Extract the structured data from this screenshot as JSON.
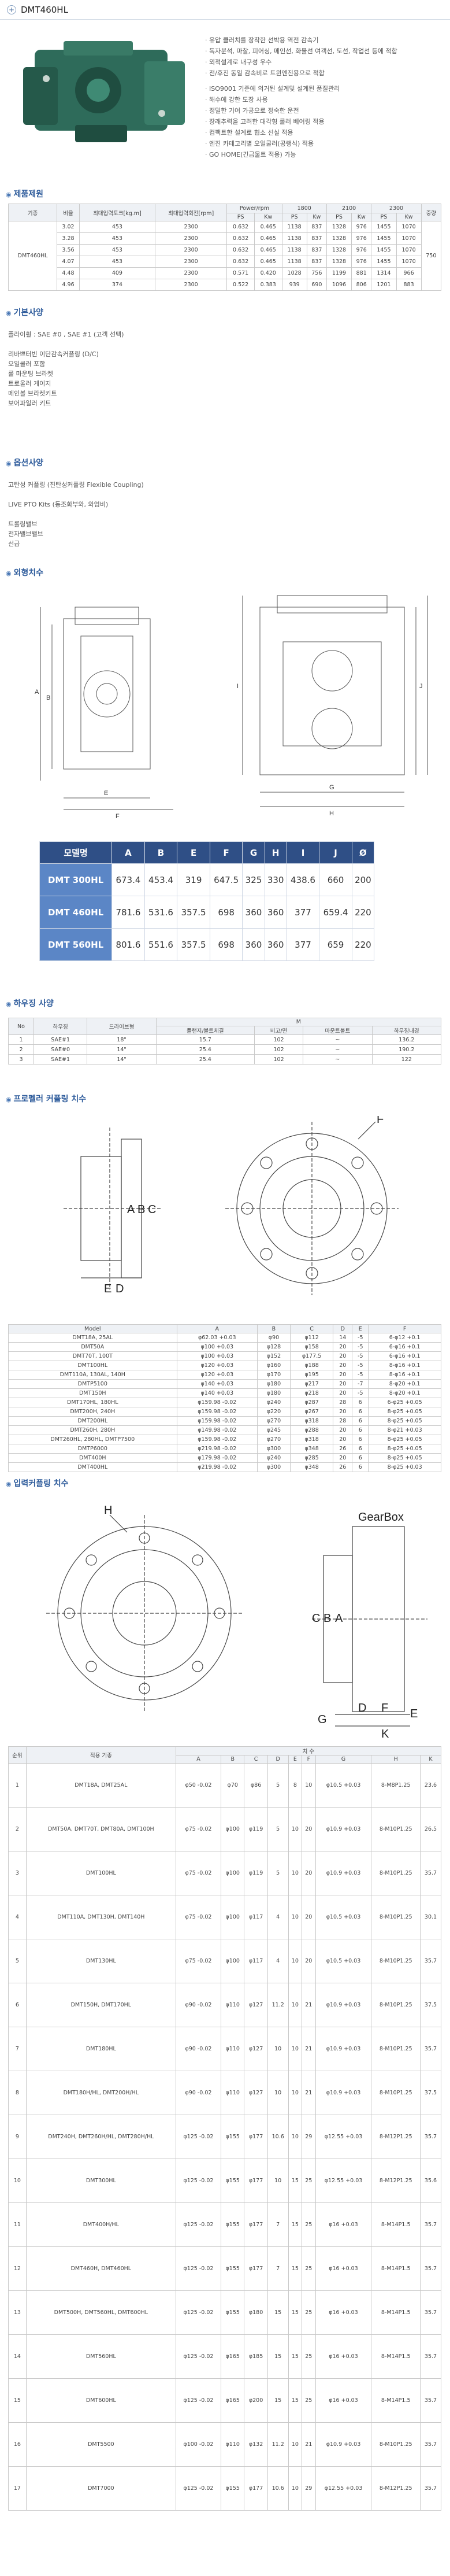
{
  "header": {
    "title": "DMT460HL",
    "expand_glyph": "+"
  },
  "features": [
    "유압 클러치를 장착한 선박용 역전 감속기",
    "독자분석, 마찰, 피어싱, 메인선, 화물선 여객선, 도선, 작업선 등에 적합",
    "외적설계로 내구성 우수",
    "전/후진 동일 감속비로 트윈엔진용으로 적합",
    "ISO9001 기준에 의거된 설계및 설계된 품질관리",
    "해수에 강한 도장 사용",
    "정밀한 기어 가공으로 정숙한 운전",
    "장래추력을 고려한 대각형 롤러 베어링 적용",
    "컴팩트한 설계로 협소 선실 적용",
    "엔진 카테고리별 오일쿨러(공랭식) 적용",
    "GO HOME(긴급물트 적용) 가능"
  ],
  "sections": {
    "spec": "제품제원",
    "features2": "기본사양",
    "options": "옵션사양",
    "outline": "외형치수",
    "adapter": "하우징 사양",
    "propeller": "프로펠러 커플링 치수",
    "input": "입력커플링 치수"
  },
  "spec_table": {
    "model": "DMT460HL",
    "head": [
      "기종",
      "비율",
      "최대입력토크[kg.m]",
      "최대입력회전[rpm]",
      "Power/rpm",
      "1800",
      "2100",
      "2300",
      "중량"
    ],
    "sub_head": [
      "PS",
      "Kw",
      "PS",
      "Kw",
      "PS",
      "Kw",
      "PS",
      "Kw"
    ],
    "rows": [
      [
        "3.02",
        "453",
        "2300",
        "0.632",
        "0.465",
        "1138",
        "837",
        "1328",
        "976",
        "1455",
        "1070"
      ],
      [
        "3.28",
        "453",
        "2300",
        "0.632",
        "0.465",
        "1138",
        "837",
        "1328",
        "976",
        "1455",
        "1070"
      ],
      [
        "3.56",
        "453",
        "2300",
        "0.632",
        "0.465",
        "1138",
        "837",
        "1328",
        "976",
        "1455",
        "1070"
      ],
      [
        "4.07",
        "453",
        "2300",
        "0.632",
        "0.465",
        "1138",
        "837",
        "1328",
        "976",
        "1455",
        "1070"
      ],
      [
        "4.48",
        "409",
        "2300",
        "0.571",
        "0.420",
        "1028",
        "756",
        "1199",
        "881",
        "1314",
        "966"
      ],
      [
        "4.96",
        "374",
        "2300",
        "0.522",
        "0.383",
        "939",
        "690",
        "1096",
        "806",
        "1201",
        "883"
      ]
    ],
    "weight": "750"
  },
  "basic_spec": [
    "플라이휠 : SAE #0 , SAE #1 (고객 선택)",
    "",
    "리바쁘터빈 이단감속커플링 (D/C)",
    "오일쿨러 포함",
    "롤 마운팅 브라켓",
    "트로울러 게이지",
    "메인볼 브라켓키트",
    "보어파일러 키트"
  ],
  "option_spec": [
    "고탄성 커플링 (진탄성커플링 Flexible Coupling)",
    "",
    "LIVE PTO Kits (동조화부와, 와엄비)",
    "",
    "트롤링밸브",
    "전자밸브밸브",
    "선급"
  ],
  "dim_table": {
    "head": [
      "모델명",
      "A",
      "B",
      "E",
      "F",
      "G",
      "H",
      "I",
      "J",
      "Ø"
    ],
    "rows": [
      [
        "DMT 300HL",
        "673.4",
        "453.4",
        "319",
        "647.5",
        "325",
        "330",
        "438.6",
        "660",
        "200"
      ],
      [
        "DMT 460HL",
        "781.6",
        "531.6",
        "357.5",
        "698",
        "360",
        "360",
        "377",
        "659.4",
        "220"
      ],
      [
        "DMT 560HL",
        "801.6",
        "551.6",
        "357.5",
        "698",
        "360",
        "360",
        "377",
        "659",
        "220"
      ]
    ]
  },
  "adapter_table": {
    "head": [
      "No",
      "하우징",
      "드라이브형",
      "M",
      "",
      "",
      ""
    ],
    "sub_head": [
      "",
      "",
      "",
      "플랜지/볼트체결",
      "비고/면",
      "마운트볼트",
      "하우징내경"
    ],
    "rows": [
      [
        "1",
        "SAE#1",
        "18\"",
        "15.7",
        "102",
        "~",
        "136.2"
      ],
      [
        "2",
        "SAE#0",
        "14\"",
        "25.4",
        "102",
        "~",
        "190.2"
      ],
      [
        "3",
        "SAE#1",
        "14\"",
        "25.4",
        "102",
        "~",
        "122"
      ]
    ]
  },
  "prop_table": {
    "head": [
      "Model",
      "A",
      "B",
      "C",
      "D",
      "E",
      "F"
    ],
    "rows": [
      [
        "DMT18A, 25AL",
        "φ62.03 +0.03",
        "φ90",
        "φ112",
        "14",
        "-5",
        "6-φ12 +0.1"
      ],
      [
        "DMT50A",
        "φ100 +0.03",
        "φ128",
        "φ158",
        "20",
        "-5",
        "6-φ16 +0.1"
      ],
      [
        "DMT70T, 100T",
        "φ100 +0.03",
        "φ152",
        "φ177.5",
        "20",
        "-5",
        "6-φ16 +0.1"
      ],
      [
        "DMT100HL",
        "φ120 +0.03",
        "φ160",
        "φ188",
        "20",
        "-5",
        "8-φ16 +0.1"
      ],
      [
        "DMT110A, 130AL, 140H",
        "φ120 +0.03",
        "φ170",
        "φ195",
        "20",
        "-5",
        "8-φ16 +0.1"
      ],
      [
        "DMTP5100",
        "φ140 +0.03",
        "φ180",
        "φ217",
        "20",
        "-7",
        "8-φ20 +0.1"
      ],
      [
        "DMT150H",
        "φ140 +0.03",
        "φ180",
        "φ218",
        "20",
        "-5",
        "8-φ20 +0.1"
      ],
      [
        "DMT170HL, 180HL",
        "φ159.98 -0.02",
        "φ240",
        "φ287",
        "28",
        "6",
        "6-φ25 +0.05"
      ],
      [
        "DMT200H, 240H",
        "φ159.98 -0.02",
        "φ220",
        "φ267",
        "20",
        "6",
        "8-φ25 +0.05"
      ],
      [
        "DMT200HL",
        "φ159.98 -0.02",
        "φ270",
        "φ318",
        "28",
        "6",
        "8-φ25 +0.05"
      ],
      [
        "DMT260H, 280H",
        "φ149.98 -0.02",
        "φ245",
        "φ288",
        "20",
        "6",
        "8-φ21 +0.03"
      ],
      [
        "DMT260HL, 280HL, DMTP7500",
        "φ159.98 -0.02",
        "φ270",
        "φ318",
        "20",
        "6",
        "8-φ25 +0.05"
      ],
      [
        "DMTP6000",
        "φ219.98 -0.02",
        "φ300",
        "φ348",
        "26",
        "6",
        "8-φ25 +0.05"
      ],
      [
        "DMT400H",
        "φ179.98 -0.02",
        "φ240",
        "φ285",
        "20",
        "6",
        "8-φ25 +0.05"
      ],
      [
        "DMT400HL",
        "φ219.98 -0.02",
        "φ300",
        "φ348",
        "26",
        "6",
        "8-φ25 +0.03"
      ]
    ]
  },
  "input_table": {
    "head": [
      "순위",
      "적용 기종",
      "A",
      "B",
      "C",
      "D",
      "E",
      "F",
      "G",
      "H",
      "K"
    ],
    "group": "치 수",
    "rows": [
      [
        "1",
        "DMT18A, DMT25AL",
        "φ50 -0.02",
        "φ70",
        "φ86",
        "5",
        "8",
        "10",
        "φ10.5 +0.03",
        "8-M8P1.25",
        "23.6"
      ],
      [
        "2",
        "DMT50A, DMT70T, DMT80A, DMT100H",
        "φ75 -0.02",
        "φ100",
        "φ119",
        "5",
        "10",
        "20",
        "φ10.9 +0.03",
        "8-M10P1.25",
        "26.5"
      ],
      [
        "3",
        "DMT100HL",
        "φ75 -0.02",
        "φ100",
        "φ119",
        "5",
        "10",
        "20",
        "φ10.9 +0.03",
        "8-M10P1.25",
        "35.7"
      ],
      [
        "4",
        "DMT110A, DMT130H, DMT140H",
        "φ75 -0.02",
        "φ100",
        "φ117",
        "4",
        "10",
        "20",
        "φ10.5 +0.03",
        "8-M10P1.25",
        "30.1"
      ],
      [
        "5",
        "DMT130HL",
        "φ75 -0.02",
        "φ100",
        "φ117",
        "4",
        "10",
        "20",
        "φ10.5 +0.03",
        "8-M10P1.25",
        "35.7"
      ],
      [
        "6",
        "DMT150H, DMT170HL",
        "φ90 -0.02",
        "φ110",
        "φ127",
        "11.2",
        "10",
        "21",
        "φ10.9 +0.03",
        "8-M10P1.25",
        "37.5"
      ],
      [
        "7",
        "DMT180HL",
        "φ90 -0.02",
        "φ110",
        "φ127",
        "10",
        "10",
        "21",
        "φ10.9 +0.03",
        "8-M10P1.25",
        "35.7"
      ],
      [
        "8",
        "DMT180H/HL, DMT200H/HL",
        "φ90 -0.02",
        "φ110",
        "φ127",
        "10",
        "10",
        "21",
        "φ10.9 +0.03",
        "8-M10P1.25",
        "37.5"
      ],
      [
        "9",
        "DMT240H, DMT260H/HL, DMT280H/HL",
        "φ125 -0.02",
        "φ155",
        "φ177",
        "10.6",
        "10",
        "29",
        "φ12.55 +0.03",
        "8-M12P1.25",
        "35.7"
      ],
      [
        "10",
        "DMT300HL",
        "φ125 -0.02",
        "φ155",
        "φ177",
        "10",
        "15",
        "25",
        "φ12.55 +0.03",
        "8-M12P1.25",
        "35.6"
      ],
      [
        "11",
        "DMT400H/HL",
        "φ125 -0.02",
        "φ155",
        "φ177",
        "7",
        "15",
        "25",
        "φ16 +0.03",
        "8-M14P1.5",
        "35.7"
      ],
      [
        "12",
        "DMT460H, DMT460HL",
        "φ125 -0.02",
        "φ155",
        "φ177",
        "7",
        "15",
        "25",
        "φ16 +0.03",
        "8-M14P1.5",
        "35.7"
      ],
      [
        "13",
        "DMT500H, DMT560HL, DMT600HL",
        "φ125 -0.02",
        "φ155",
        "φ180",
        "15",
        "15",
        "25",
        "φ16 +0.03",
        "8-M14P1.5",
        "35.7"
      ],
      [
        "14",
        "DMT560HL",
        "φ125 -0.02",
        "φ165",
        "φ185",
        "15",
        "15",
        "25",
        "φ16 +0.03",
        "8-M14P1.5",
        "35.7"
      ],
      [
        "15",
        "DMT600HL",
        "φ125 -0.02",
        "φ165",
        "φ200",
        "15",
        "15",
        "25",
        "φ16 +0.03",
        "8-M14P1.5",
        "35.7"
      ],
      [
        "16",
        "DMT5500",
        "φ100 -0.02",
        "φ110",
        "φ132",
        "11.2",
        "10",
        "21",
        "φ10.9 +0.03",
        "8-M10P1.25",
        "35.7"
      ],
      [
        "17",
        "DMT7000",
        "φ125 -0.02",
        "φ155",
        "φ177",
        "10.6",
        "10",
        "29",
        "φ12.55 +0.03",
        "8-M12P1.25",
        "35.7"
      ]
    ]
  },
  "drawing_labels": {
    "gearbox": "GearBox",
    "prop_letters": [
      "A",
      "B",
      "C",
      "D",
      "E",
      "F"
    ],
    "input_letters": [
      "A",
      "B",
      "C",
      "D",
      "E",
      "F",
      "G",
      "H",
      "K"
    ],
    "outline_letters": [
      "A",
      "B",
      "E",
      "F",
      "G",
      "H",
      "I",
      "J"
    ]
  },
  "colors": {
    "accent": "#2d5b9b",
    "table_head": "#2f4f86",
    "model_cell": "#5b86c6",
    "product": "#2e6b5a"
  }
}
